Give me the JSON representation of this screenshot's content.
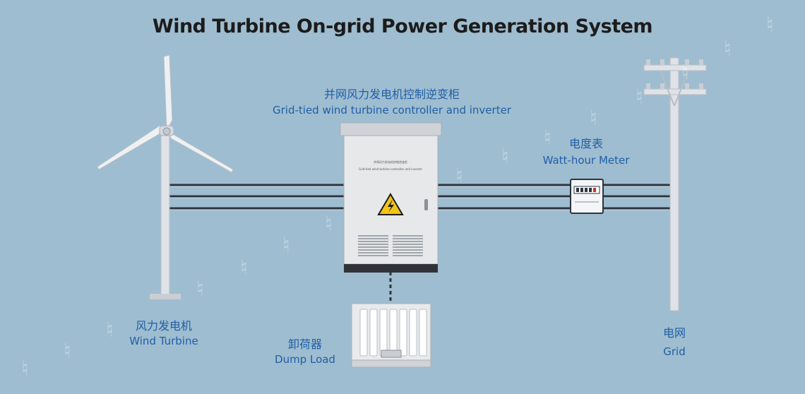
{
  "title": "Wind Turbine On-grid Power Generation System",
  "controller": {
    "label_cn": "并网风力发电机控制逆变柜",
    "label_en": "Grid-tied wind turbine controller and inverter",
    "panel_text_cn": "并网风力发电机控制逆变柜",
    "panel_text_en": "Grid-tied wind turbine controller and inverter"
  },
  "meter": {
    "label_cn": "电度表",
    "label_en": "Watt-hour Meter"
  },
  "turbine": {
    "label_cn": "风力发电机",
    "label_en": "Wind Turbine"
  },
  "dump_load": {
    "label_cn": "卸荷器",
    "label_en": "Dump Load"
  },
  "grid": {
    "label_cn": "电网",
    "label_en": "Grid"
  },
  "colors": {
    "background": "#9fbdd0",
    "label_blue": "#1f5fa6",
    "cable": "#2e3440",
    "cabinet": "#e6e8ea",
    "warning_yellow": "#f2c418"
  },
  "icons": {
    "warning": "high-voltage-warning-icon"
  }
}
